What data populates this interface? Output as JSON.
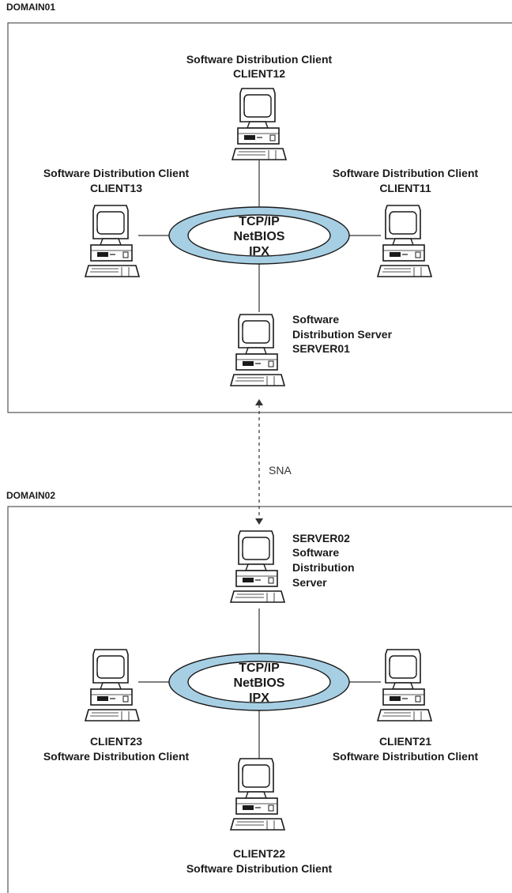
{
  "domains": [
    {
      "name": "DOMAIN01",
      "protocols": [
        "TCP/IP",
        "NetBIOS",
        "IPX"
      ],
      "nodes": {
        "top": [
          "Software Distribution Client",
          "CLIENT12"
        ],
        "left": [
          "Software Distribution Client",
          "CLIENT13"
        ],
        "right": [
          "Software Distribution Client",
          "CLIENT11"
        ],
        "server": [
          "Software",
          "Distribution Server",
          "SERVER01"
        ]
      }
    },
    {
      "name": "DOMAIN02",
      "protocols": [
        "TCP/IP",
        "NetBIOS",
        "IPX"
      ],
      "nodes": {
        "server": [
          "SERVER02",
          "Software",
          "Distribution",
          "Server"
        ],
        "left": [
          "CLIENT23",
          "Software Distribution Client"
        ],
        "right": [
          "CLIENT21",
          "Software Distribution Client"
        ],
        "bottom": [
          "CLIENT22",
          "Software Distribution Client"
        ]
      }
    }
  ],
  "link": {
    "label": "SNA"
  },
  "colors": {
    "ring_fill": "#a7cfe4",
    "ring_stroke": "#1a1a1a",
    "border": "#555555"
  },
  "icons": {
    "computer": "computer-icon"
  }
}
